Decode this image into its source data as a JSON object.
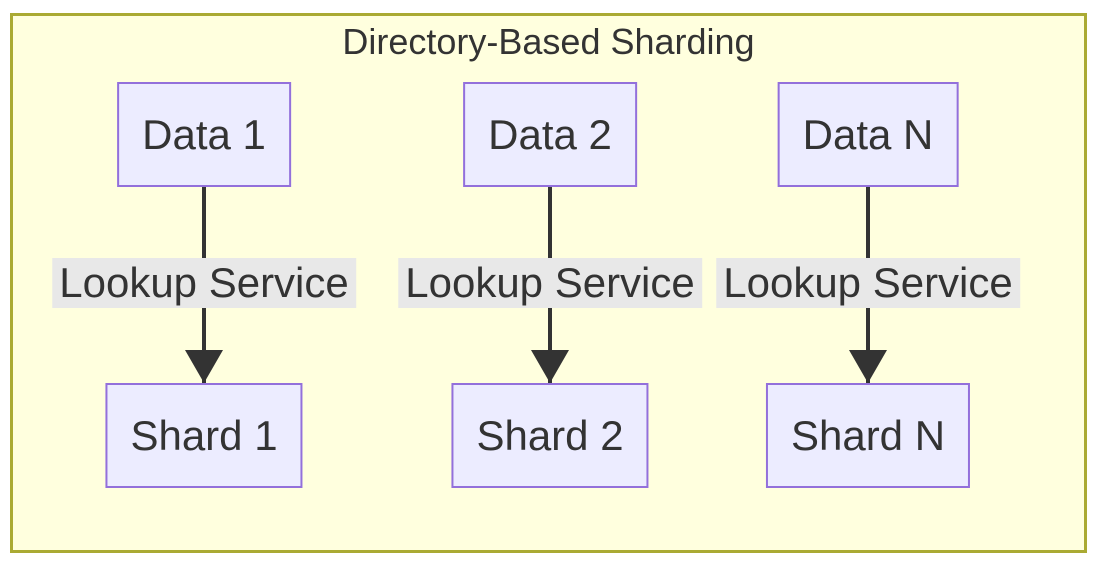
{
  "title": "Directory-Based Sharding",
  "columns": [
    {
      "data_node": "Data 1",
      "edge_label": "Lookup Service",
      "shard_node": "Shard 1"
    },
    {
      "data_node": "Data 2",
      "edge_label": "Lookup Service",
      "shard_node": "Shard 2"
    },
    {
      "data_node": "Data N",
      "edge_label": "Lookup Service",
      "shard_node": "Shard N"
    }
  ],
  "colors": {
    "container_bg": "#ffffde",
    "container_border": "#aaaa33",
    "node_bg": "#ececff",
    "node_border": "#9370db",
    "label_bg": "#e8e8e8",
    "edge": "#333333",
    "text": "#333333"
  }
}
